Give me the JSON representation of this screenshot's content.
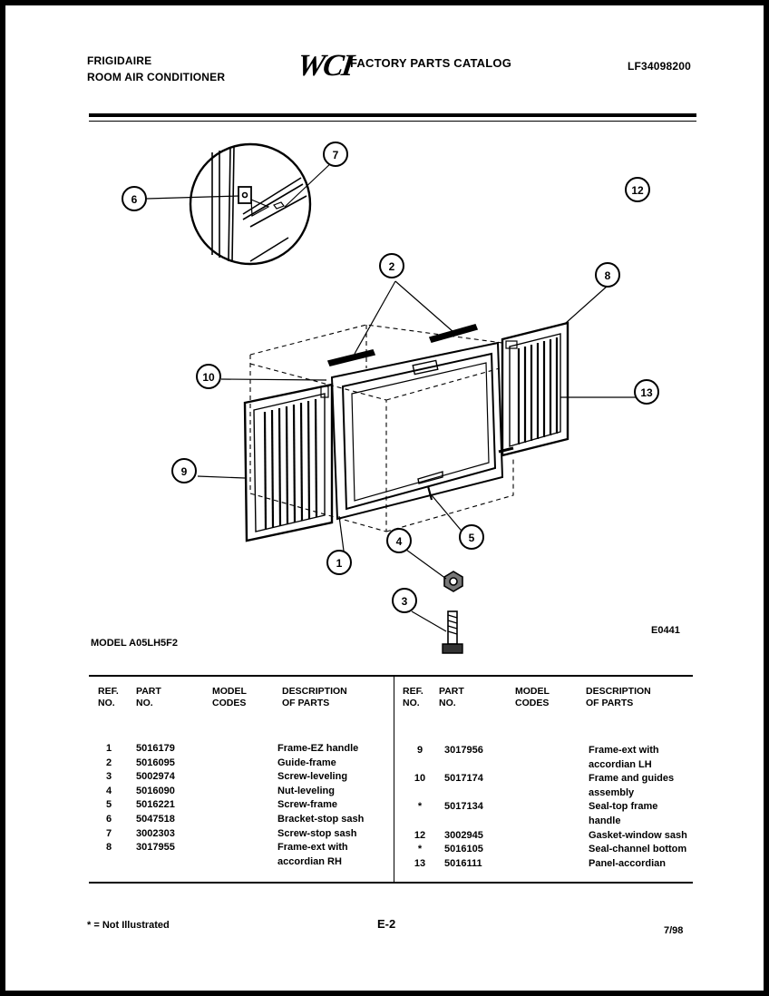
{
  "header": {
    "brand": "FRIGIDAIRE",
    "product": "ROOM AIR CONDITIONER",
    "logo": "WCI",
    "catalog": "FACTORY PARTS CATALOG",
    "catalog_number": "LF34098200"
  },
  "diagram": {
    "callouts": [
      "1",
      "2",
      "3",
      "4",
      "5",
      "6",
      "7",
      "8",
      "9",
      "10",
      "12",
      "13"
    ],
    "model": "MODEL A05LH5F2",
    "code": "E0441"
  },
  "table": {
    "headers": {
      "ref": [
        "REF.",
        "NO."
      ],
      "part": [
        "PART",
        "NO."
      ],
      "codes": [
        "MODEL",
        "CODES"
      ],
      "desc": [
        "DESCRIPTION",
        "OF PARTS"
      ]
    },
    "left_rows": [
      {
        "ref": "1",
        "part": "5016179",
        "desc": "Frame-EZ handle"
      },
      {
        "ref": "2",
        "part": "5016095",
        "desc": "Guide-frame"
      },
      {
        "ref": "3",
        "part": "5002974",
        "desc": "Screw-leveling"
      },
      {
        "ref": "4",
        "part": "5016090",
        "desc": "Nut-leveling"
      },
      {
        "ref": "5",
        "part": "5016221",
        "desc": "Screw-frame"
      },
      {
        "ref": "6",
        "part": "5047518",
        "desc": "Bracket-stop sash"
      },
      {
        "ref": "7",
        "part": "3002303",
        "desc": "Screw-stop sash"
      },
      {
        "ref": "8",
        "part": "3017955",
        "desc": "Frame-ext with\naccordian RH"
      }
    ],
    "right_rows": [
      {
        "ref": "9",
        "part": "3017956",
        "desc": "Frame-ext with\naccordian LH"
      },
      {
        "ref": "10",
        "part": "5017174",
        "desc": "Frame and guides\nassembly"
      },
      {
        "ref": "*",
        "part": "5017134",
        "desc": "Seal-top frame\nhandle"
      },
      {
        "ref": "12",
        "part": "3002945",
        "desc": "Gasket-window sash"
      },
      {
        "ref": "*",
        "part": "5016105",
        "desc": "Seal-channel bottom"
      },
      {
        "ref": "13",
        "part": "5016111",
        "desc": "Panel-accordian"
      }
    ]
  },
  "footer": {
    "note": "* = Not Illustrated",
    "page": "E-2",
    "date": "7/98"
  }
}
